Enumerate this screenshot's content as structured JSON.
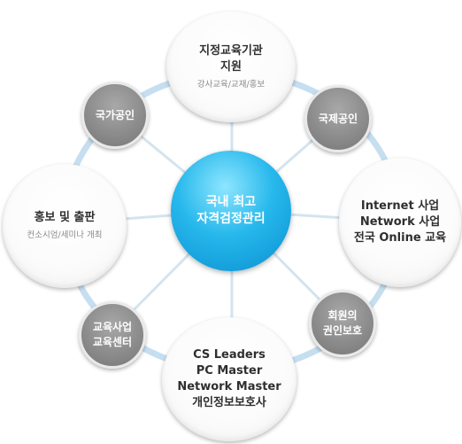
{
  "center": {
    "lines": [
      "국내 최고",
      "자격검정관리"
    ]
  },
  "top": {
    "lines": [
      "지정교육기관",
      "지원"
    ],
    "sub": "강사교육/교재/홍보"
  },
  "right": {
    "lines": [
      "Internet 사업",
      "Network 사업",
      "전국 Online 교육"
    ]
  },
  "bottom": {
    "lines": [
      "CS Leaders",
      "PC Master",
      "Network Master",
      "개인정보보호사"
    ]
  },
  "left": {
    "lines": [
      "홍보 및 출판"
    ],
    "sub": "컨소시엄/세미나 개최"
  },
  "top_left": {
    "lines": [
      "국가공인"
    ]
  },
  "top_right": {
    "lines": [
      "국제공인"
    ]
  },
  "bottom_right": {
    "lines": [
      "회원의",
      "권인보호"
    ]
  },
  "bottom_left": {
    "lines": [
      "교육사업",
      "교육센터"
    ]
  },
  "colors": {
    "center": "#1aa6e0",
    "ring": "#c6dff0",
    "spoke": "#d4e4ef",
    "small": "#8c8c8c"
  }
}
